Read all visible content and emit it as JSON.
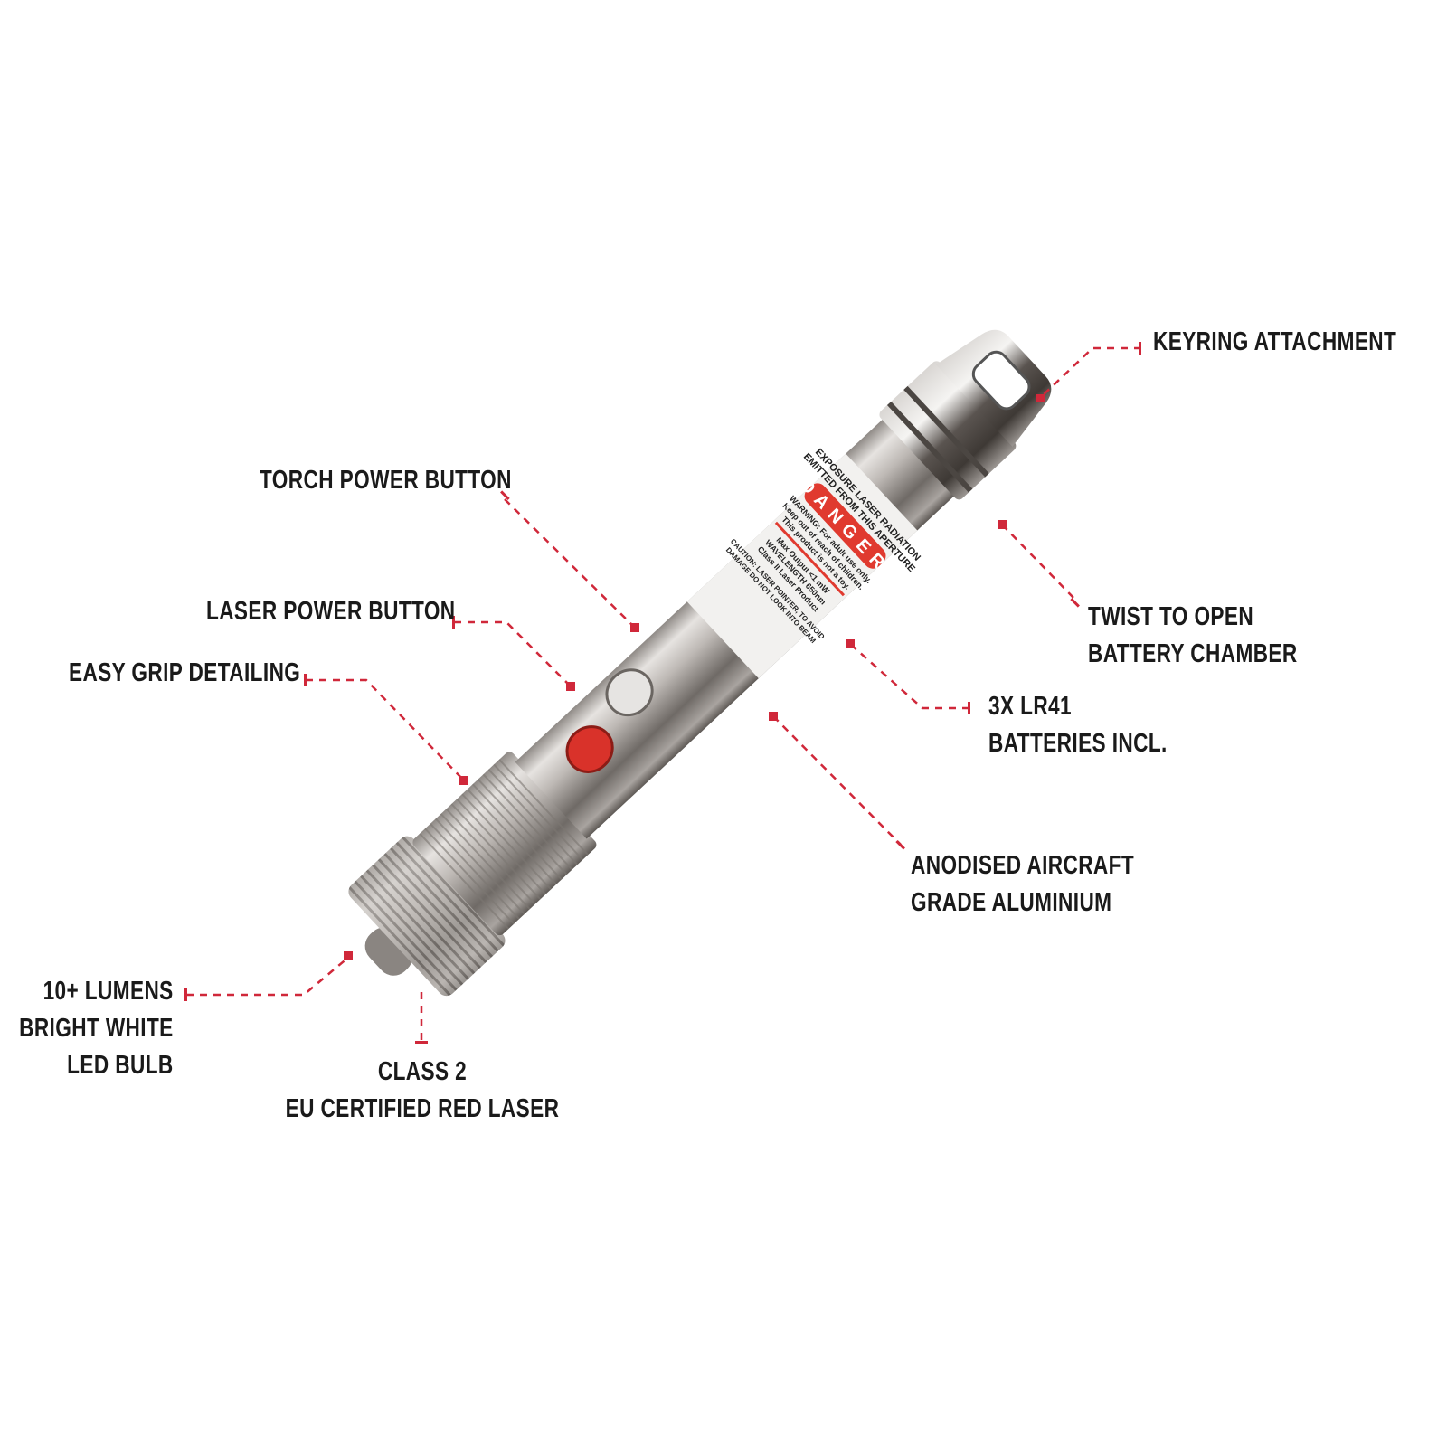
{
  "callouts": {
    "keyring": [
      "KEYRING ATTACHMENT"
    ],
    "torch_button": [
      "TORCH POWER BUTTON"
    ],
    "laser_button": [
      "LASER POWER BUTTON"
    ],
    "grip": [
      "EASY GRIP DETAILING"
    ],
    "twist": [
      "TWIST TO OPEN",
      "BATTERY CHAMBER"
    ],
    "batteries": [
      "3X LR41",
      "BATTERIES INCL."
    ],
    "aluminium": [
      "ANODISED AIRCRAFT",
      "GRADE ALUMINIUM"
    ],
    "lumens": [
      "10+ LUMENS",
      "BRIGHT WHITE",
      "LED BULB"
    ],
    "laser_class": [
      "CLASS 2",
      "EU CERTIFIED RED LASER"
    ]
  },
  "product_label": {
    "top1": "EXPOSURE LASER RADIATION",
    "top2": "EMITTED FROM THIS APERTURE",
    "danger": "DANGER",
    "w1": "WARNING: For adult use only.",
    "w2": "Keep out of reach of children.",
    "w3": "This product is not a toy.",
    "s1": "Max Output <1 mW",
    "s2": "WAVELENGTH 650nm",
    "s3": "Class II Laser Product",
    "c1": "CAUTION: LASER POINTER, TO AVOID",
    "c2": "DAMAGE DO NOT LOOK INTO BEAM"
  },
  "colors": {
    "leader": "#d0283a",
    "text": "#1a1a1a",
    "danger_band": "#e03a2f",
    "laser_button": "#d9322a",
    "metal": "#b9b4b0"
  }
}
